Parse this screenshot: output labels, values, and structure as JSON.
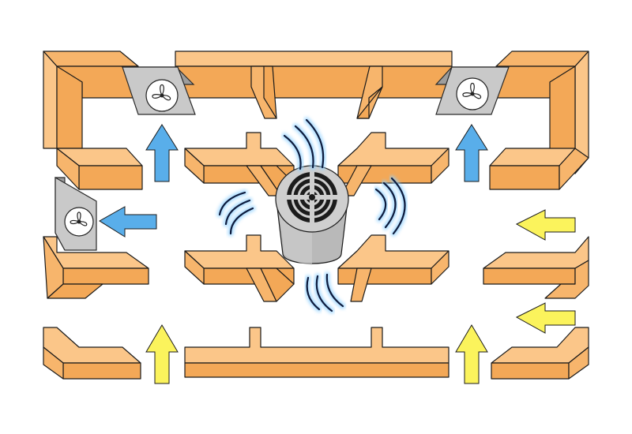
{
  "colors": {
    "wall_top": "#fbc689",
    "wall_side": "#f3a857",
    "supply_arrow": "#59aeea",
    "intake_arrow": "#fbf35c",
    "unit": "#c9c9c9",
    "purifier_body": "#cfcfcf",
    "purifier_grille": "#1c1c1c",
    "wave_glow": "#8fd0ff"
  },
  "icons": {
    "wall_unit": "exhaust-fan-icon",
    "center_device": "air-purifier-icon",
    "supply_flow": "blue-arrow-icon",
    "intake_flow": "yellow-arrow-icon",
    "emission": "sound-wave-icon"
  },
  "flow": {
    "supply_arrow_directions": [
      "up",
      "up",
      "left"
    ],
    "intake_arrow_directions": [
      "up",
      "up",
      "left",
      "left"
    ],
    "wall_fan_count": 3,
    "wave_groups": 4
  }
}
